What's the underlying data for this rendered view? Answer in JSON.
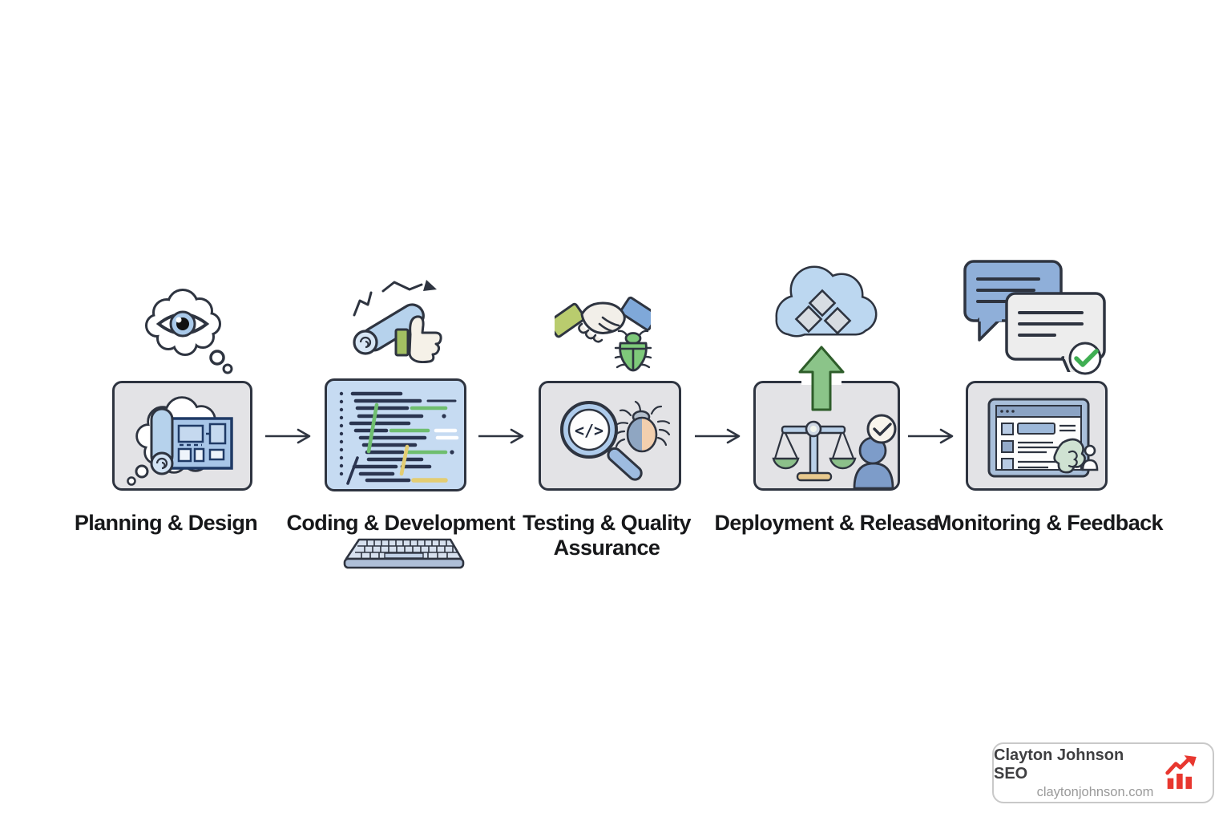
{
  "diagram": {
    "type": "process-flow",
    "description": "Software development lifecycle 5-step flow"
  },
  "stages": [
    {
      "id": "planning",
      "label": "Planning & Design",
      "icon_above": "thought-bubble-eye-icon",
      "icon_inside": "blueprint-in-thought-cloud"
    },
    {
      "id": "coding",
      "label": "Coding & Development",
      "icon_above": "blueprint-roll-thumbs-up-icon",
      "icon_inside": "code-editor-lines",
      "icon_below": "keyboard-icon"
    },
    {
      "id": "testing",
      "label": "Testing & Quality Assurance",
      "icon_above": "handshake-and-bug-icon",
      "icon_inside": "magnifier-code-and-bug"
    },
    {
      "id": "deployment",
      "label": "Deployment & Release",
      "icon_above": "cloud-upload-icon",
      "icon_inside": "balance-scale-and-approved-person"
    },
    {
      "id": "monitoring",
      "label": "Monitoring & Feedback",
      "icon_above": "chat-bubbles-check-icon",
      "icon_inside": "dashboard-with-user-feedback"
    }
  ],
  "badge": {
    "title": "Clayton Johnson SEO",
    "url": "claytonjohnson.com",
    "icon": "growth-chart-icon"
  },
  "colors": {
    "outline": "#2e3440",
    "box_grey": "#e3e3e6",
    "box_blue": "#c6dbf2",
    "cloud_blue": "#bcd7f0",
    "arrow_green_fill": "#8bc489",
    "arrow_green_stroke": "#2e5d2a",
    "bug_green": "#7ec97a",
    "check_green": "#3fae52",
    "badge_red": "#e8372f"
  }
}
